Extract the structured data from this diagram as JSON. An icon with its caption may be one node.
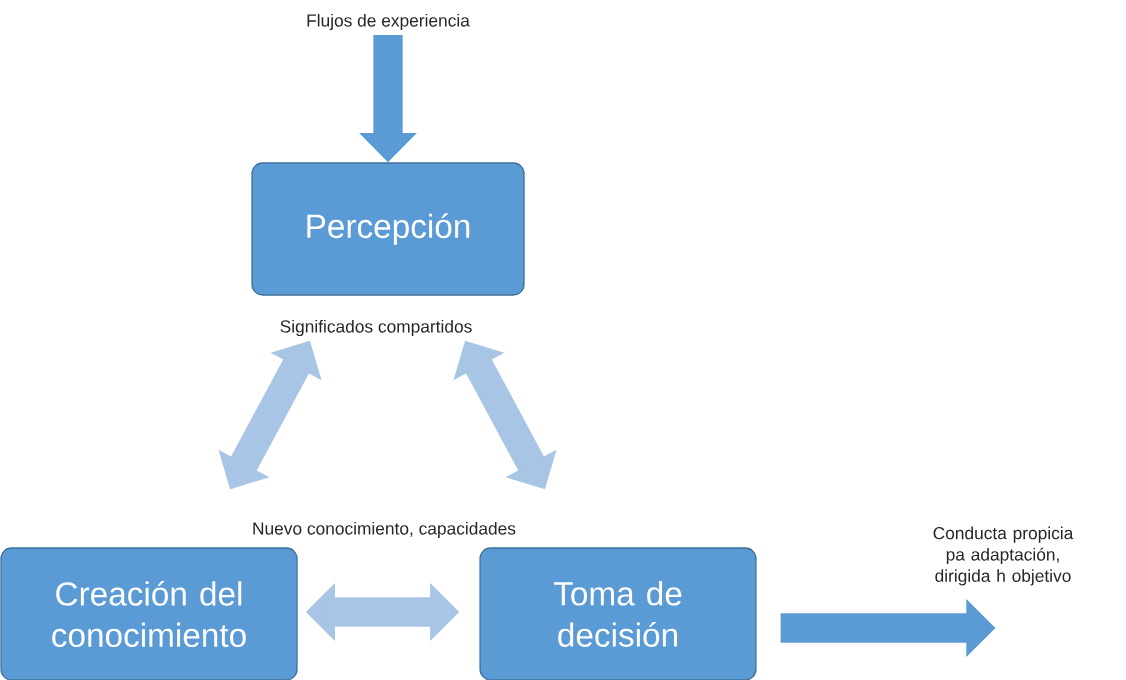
{
  "diagram": {
    "nodes": [
      {
        "text": [
          "Flujos de experiencia"
        ]
      },
      {
        "text": [
          "Percepción"
        ]
      },
      {
        "text": [
          "Creación del conocimiento"
        ]
      },
      {
        "text": [
          "Toma de decisión"
        ]
      }
    ],
    "edges": [
      {
        "from": 0,
        "to": 1,
        "arrow": "to",
        "color": "#5b9bd5"
      },
      {
        "from": 1,
        "to": 2,
        "arrow": "both"
      },
      {
        "from": 1,
        "to": 3,
        "arrow": "both"
      },
      {
        "from": 2,
        "to": 3,
        "arrow": "both"
      },
      {
        "from": 3,
        "to": null,
        "arrow": "to",
        "color": "#5b9bd5"
      }
    ],
    "labels": [
      "Significados compartidos",
      "Nuevo conocimiento, capacidades",
      "Conducta propicia pa adaptación, dirigida h objetivo"
    ]
  }
}
